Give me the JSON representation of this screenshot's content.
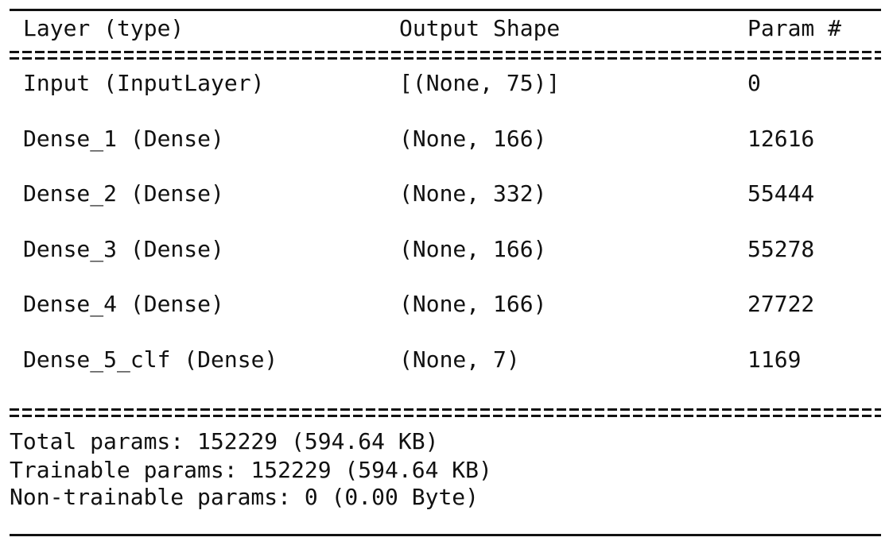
{
  "header": {
    "layer": "Layer (type)",
    "shape": "Output Shape",
    "param": "Param #"
  },
  "rows": [
    {
      "layer": "Input (InputLayer)",
      "shape": "[(None, 75)]",
      "param": "0"
    },
    {
      "layer": "Dense_1 (Dense)",
      "shape": "(None, 166)",
      "param": "12616"
    },
    {
      "layer": "Dense_2 (Dense)",
      "shape": "(None, 332)",
      "param": "55444"
    },
    {
      "layer": "Dense_3 (Dense)",
      "shape": "(None, 166)",
      "param": "55278"
    },
    {
      "layer": "Dense_4 (Dense)",
      "shape": "(None, 166)",
      "param": "27722"
    },
    {
      "layer": "Dense_5_clf (Dense)",
      "shape": "(None, 7)",
      "param": "1169"
    }
  ],
  "summary": {
    "total": "Total params: 152229 (594.64 KB)",
    "trainable": "Trainable params: 152229 (594.64 KB)",
    "non_trainable": "Non-trainable params: 0 (0.00 Byte)"
  }
}
